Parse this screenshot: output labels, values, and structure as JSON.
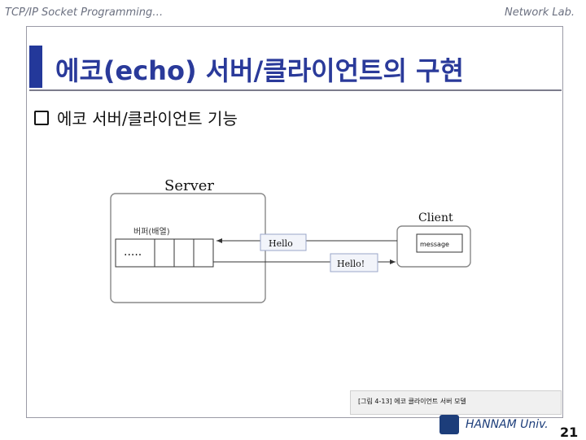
{
  "header": {
    "left": "TCP/IP Socket Programming…",
    "right": "Network Lab."
  },
  "slide": {
    "title": "에코(echo) 서버/클라이언트의 구현",
    "bullet": "에코 서버/클라이언트 기능"
  },
  "diagram": {
    "server_label": "Server",
    "client_label": "Client",
    "buffer_label": "버퍼(배열)",
    "dots": "·····",
    "msg_hello_top": "Hello",
    "msg_hello_bottom": "Hello!",
    "client_message": "message",
    "caption": "[그림 4-13] 에코 클라이언트 서버 모델"
  },
  "footer": {
    "university": "HANNAM Univ.",
    "page_number": "21"
  },
  "colors": {
    "accent": "#23389a",
    "title": "#2a3a9a",
    "header_text": "#6b7080"
  }
}
